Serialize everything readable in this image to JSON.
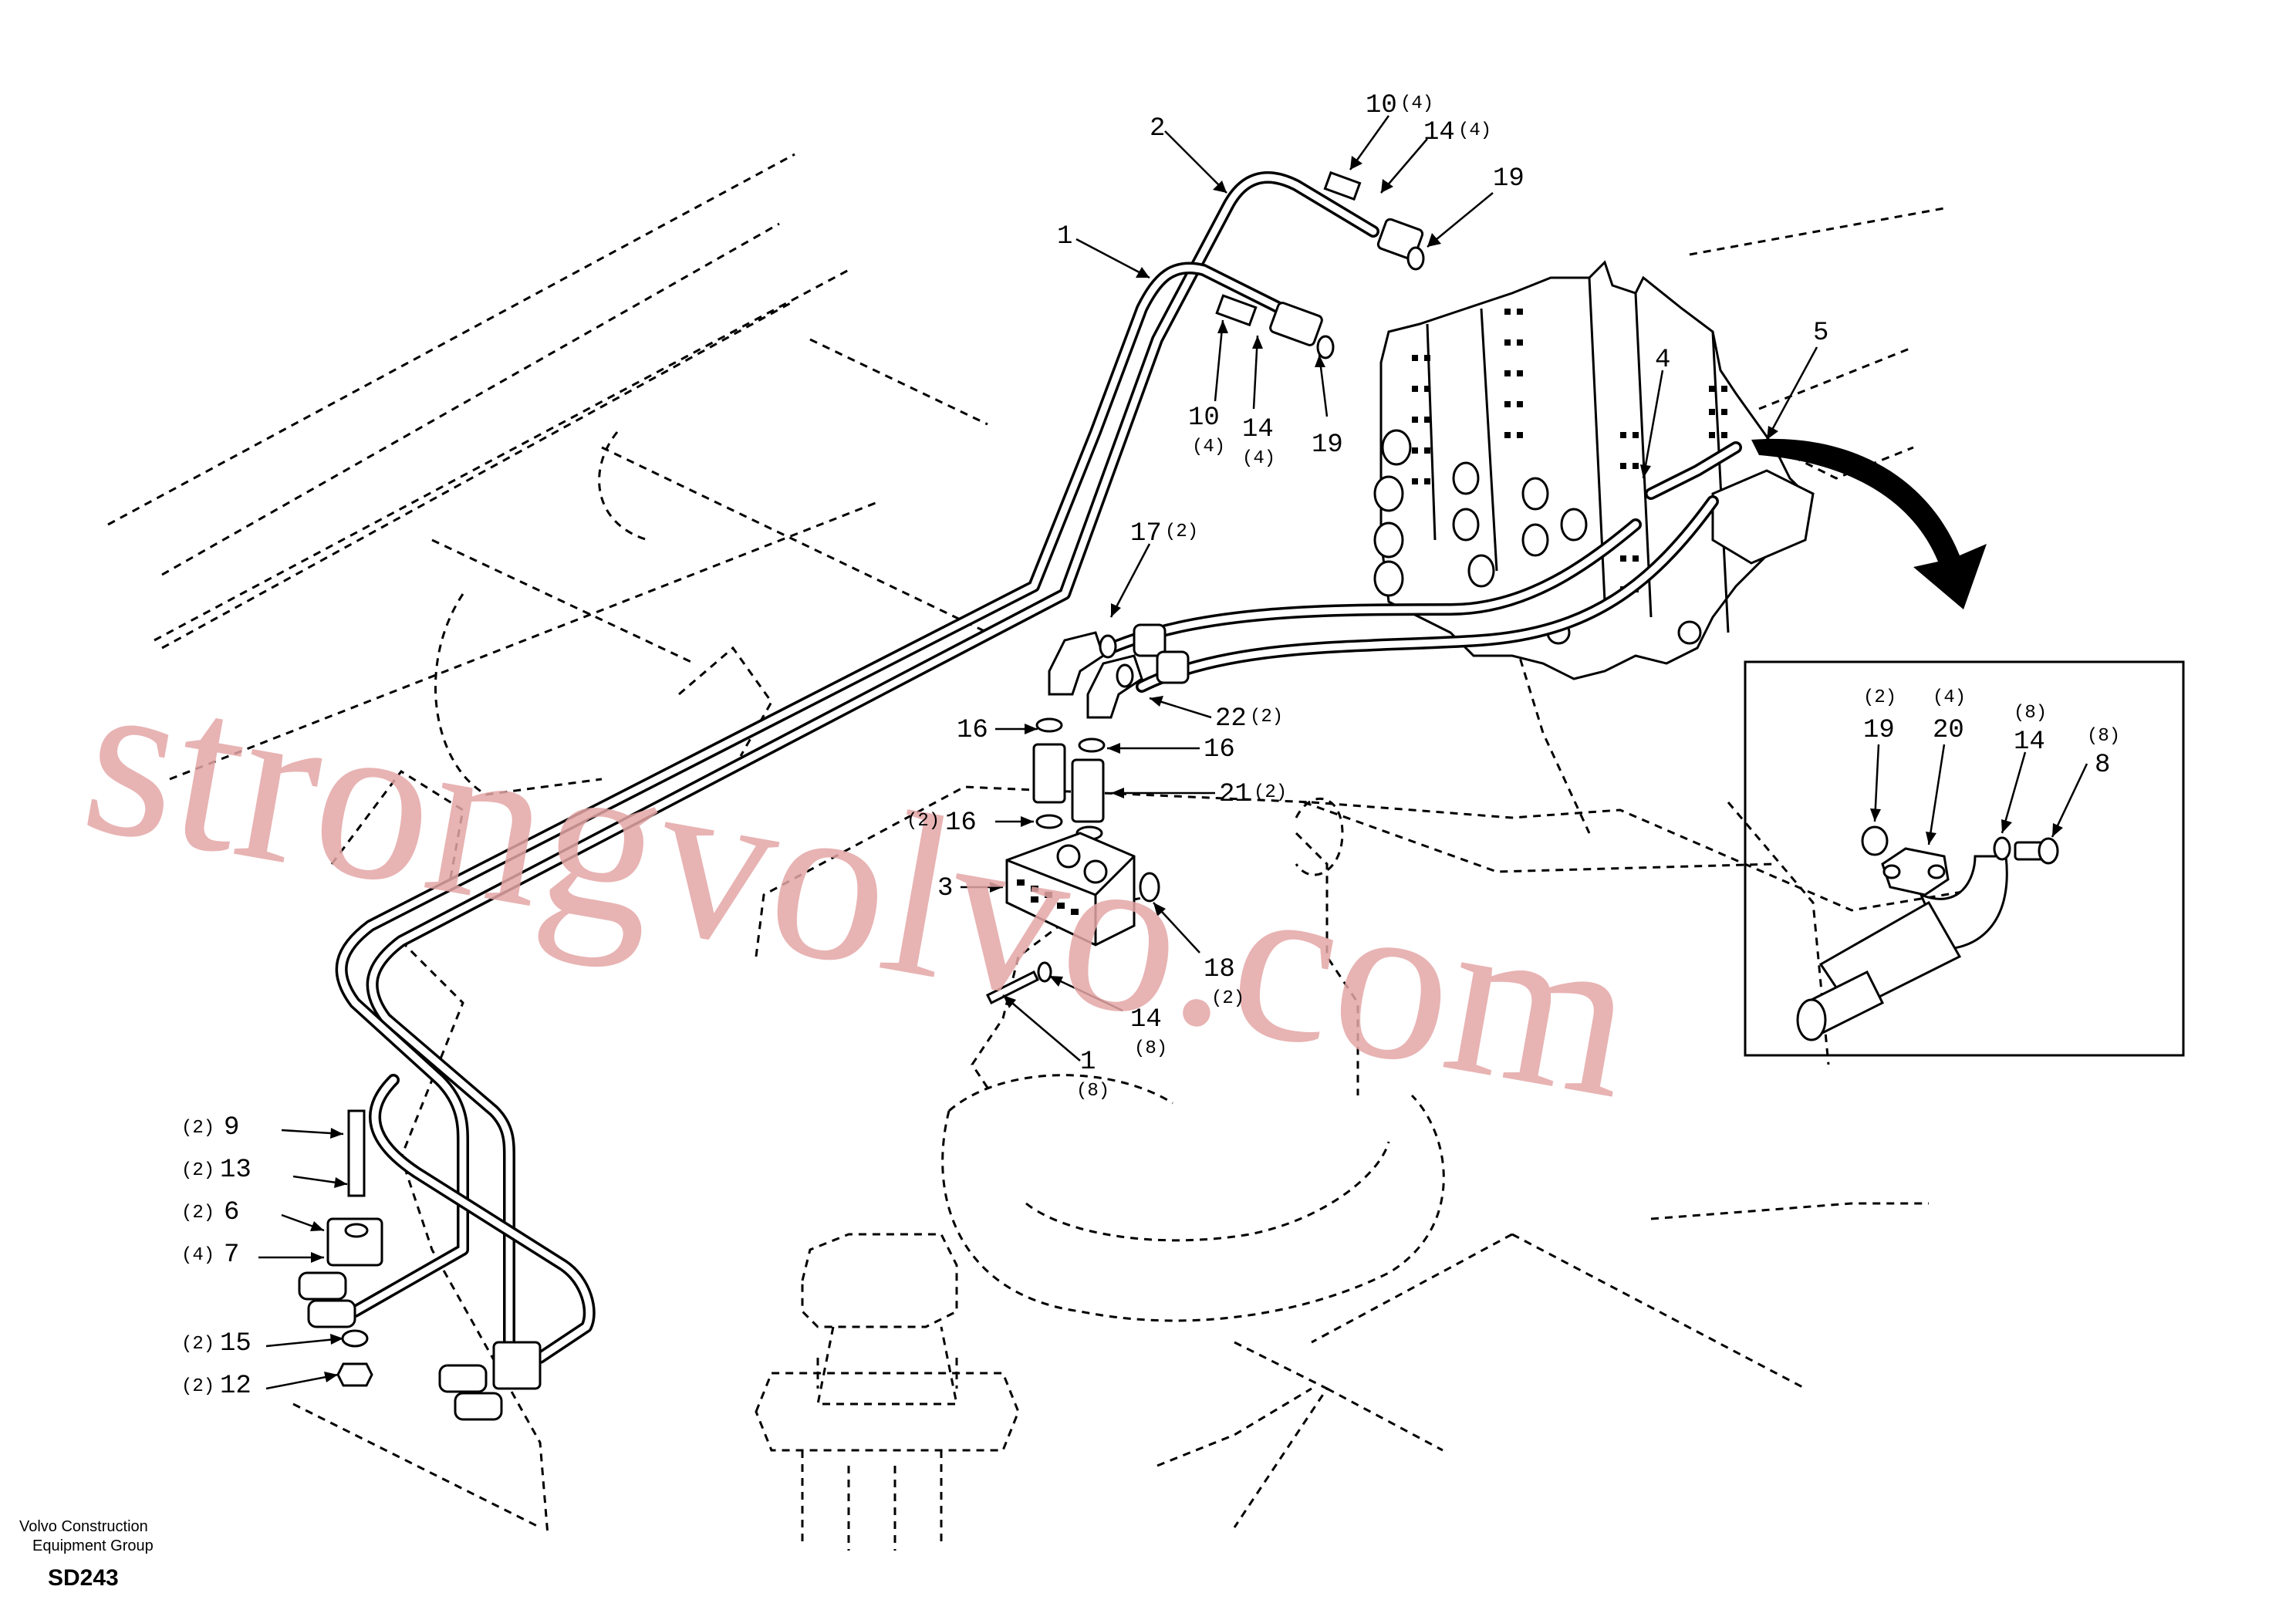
{
  "callouts": [
    {
      "id": "c-2",
      "text": "2",
      "qty": ""
    },
    {
      "id": "c-1",
      "text": "1",
      "qty": ""
    },
    {
      "id": "c-10-top",
      "text": "10",
      "qty": "(4)"
    },
    {
      "id": "c-14-top",
      "text": "14",
      "qty": "(4)"
    },
    {
      "id": "c-19-top",
      "text": "19",
      "qty": ""
    },
    {
      "id": "c-10-mid",
      "text": "10",
      "qty": "(4)"
    },
    {
      "id": "c-14-mid",
      "text": "14",
      "qty": "(4)"
    },
    {
      "id": "c-19-mid",
      "text": "19",
      "qty": ""
    },
    {
      "id": "c-4",
      "text": "4",
      "qty": ""
    },
    {
      "id": "c-5",
      "text": "5",
      "qty": ""
    },
    {
      "id": "c-17",
      "text": "17",
      "qty": "(2)"
    },
    {
      "id": "c-22",
      "text": "22",
      "qty": "(2)"
    },
    {
      "id": "c-16-left",
      "text": "16",
      "qty": ""
    },
    {
      "id": "c-16-right",
      "text": "16",
      "qty": ""
    },
    {
      "id": "c-21",
      "text": "21",
      "qty": "(2)"
    },
    {
      "id": "c-16-lower",
      "text": "16",
      "qty": "(2)"
    },
    {
      "id": "c-3",
      "text": "3",
      "qty": ""
    },
    {
      "id": "c-18",
      "text": "18",
      "qty": "(2)"
    },
    {
      "id": "c-14-lower",
      "text": "14",
      "qty": "(8)"
    },
    {
      "id": "c-1-lower",
      "text": "1",
      "qty": "(8)"
    },
    {
      "id": "c-9",
      "text": "9",
      "qty": "(2)"
    },
    {
      "id": "c-13",
      "text": "13",
      "qty": "(2)"
    },
    {
      "id": "c-6",
      "text": "6",
      "qty": "(2)"
    },
    {
      "id": "c-7",
      "text": "7",
      "qty": "(4)"
    },
    {
      "id": "c-15",
      "text": "15",
      "qty": "(2)"
    },
    {
      "id": "c-12",
      "text": "12",
      "qty": "(2)"
    }
  ],
  "inset_callouts": [
    {
      "id": "i-19",
      "text": "19",
      "qty": "(2)"
    },
    {
      "id": "i-20",
      "text": "20",
      "qty": "(4)"
    },
    {
      "id": "i-14",
      "text": "14",
      "qty": "(8)"
    },
    {
      "id": "i-8",
      "text": "8",
      "qty": "(8)"
    }
  ],
  "footer": {
    "line1": "Volvo Construction",
    "line2": "Equipment Group",
    "code": "SD243"
  },
  "watermark": "strongvolvo.com"
}
